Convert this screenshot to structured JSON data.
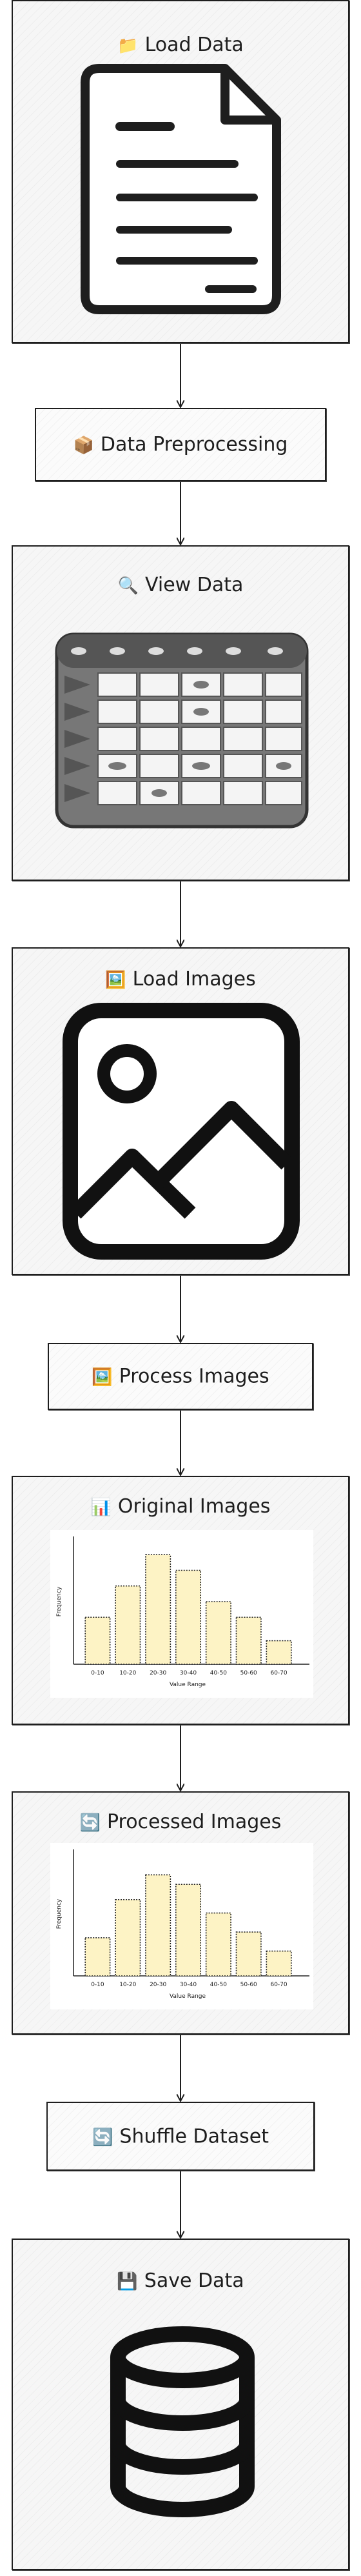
{
  "nodes": {
    "load_data": {
      "emoji": "📁",
      "label": "Load Data",
      "icon": "document-icon"
    },
    "preprocessing": {
      "emoji": "📦",
      "label": "Data Preprocessing"
    },
    "view_data": {
      "emoji": "🔍",
      "label": "View Data",
      "icon": "table-icon"
    },
    "load_images": {
      "emoji": "🖼️",
      "label": "Load Images",
      "icon": "image-icon"
    },
    "process_images": {
      "emoji": "🖼️",
      "label": "Process Images"
    },
    "original_images": {
      "emoji": "📊",
      "label": "Original Images",
      "icon": "histogram-chart"
    },
    "processed_images": {
      "emoji": "🔄",
      "label": "Processed Images",
      "icon": "histogram-chart"
    },
    "shuffle": {
      "emoji": "🔄",
      "label": "Shuffle Dataset"
    },
    "save_data": {
      "emoji": "💾",
      "label": "Save Data",
      "icon": "database-icon"
    }
  },
  "chart_data": [
    {
      "type": "bar",
      "categories": [
        "0-10",
        "10-20",
        "20-30",
        "30-40",
        "40-50",
        "50-60",
        "60-70"
      ],
      "values": [
        3,
        5,
        7,
        6,
        4,
        3,
        1.5
      ],
      "xlabel": "Value Range",
      "ylabel": "Frequency",
      "ylim": [
        0,
        8
      ],
      "bar_color": "#fdf3c5",
      "bar_border": "dotted",
      "grid": false
    },
    {
      "type": "bar",
      "categories": [
        "0-10",
        "10-20",
        "20-30",
        "30-40",
        "40-50",
        "50-60",
        "60-70"
      ],
      "values": [
        2,
        4,
        5.3,
        4.8,
        3.3,
        2.3,
        1.3
      ],
      "xlabel": "Value Range",
      "ylabel": "Frequency",
      "ylim": [
        0,
        6.5
      ],
      "bar_color": "#fdf3c5",
      "bar_border": "dotted",
      "grid": false
    }
  ]
}
